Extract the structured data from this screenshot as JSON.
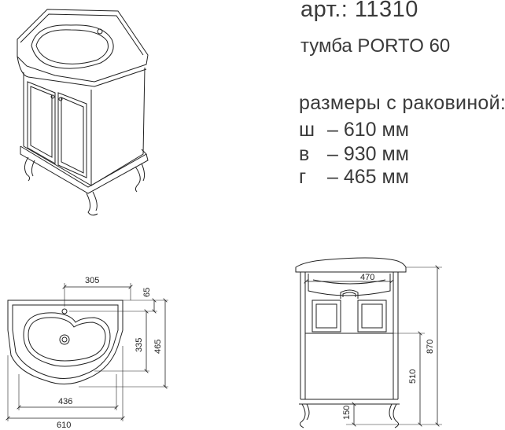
{
  "header": {
    "article": "арт.: 11310",
    "model": "тумба PORTO 60"
  },
  "dimensions": {
    "title": "размеры с раковиной:",
    "rows": [
      {
        "key": "ш",
        "value": "– 610 мм"
      },
      {
        "key": "в",
        "value": "– 930 мм"
      },
      {
        "key": "г",
        "value": "– 465 мм"
      }
    ]
  },
  "top_view": {
    "dim_305": "305",
    "dim_65": "65",
    "dim_335": "335",
    "dim_465": "465",
    "dim_436": "436",
    "dim_610": "610"
  },
  "front_view": {
    "dim_470": "470",
    "dim_870": "870",
    "dim_510": "510",
    "dim_150": "150"
  }
}
